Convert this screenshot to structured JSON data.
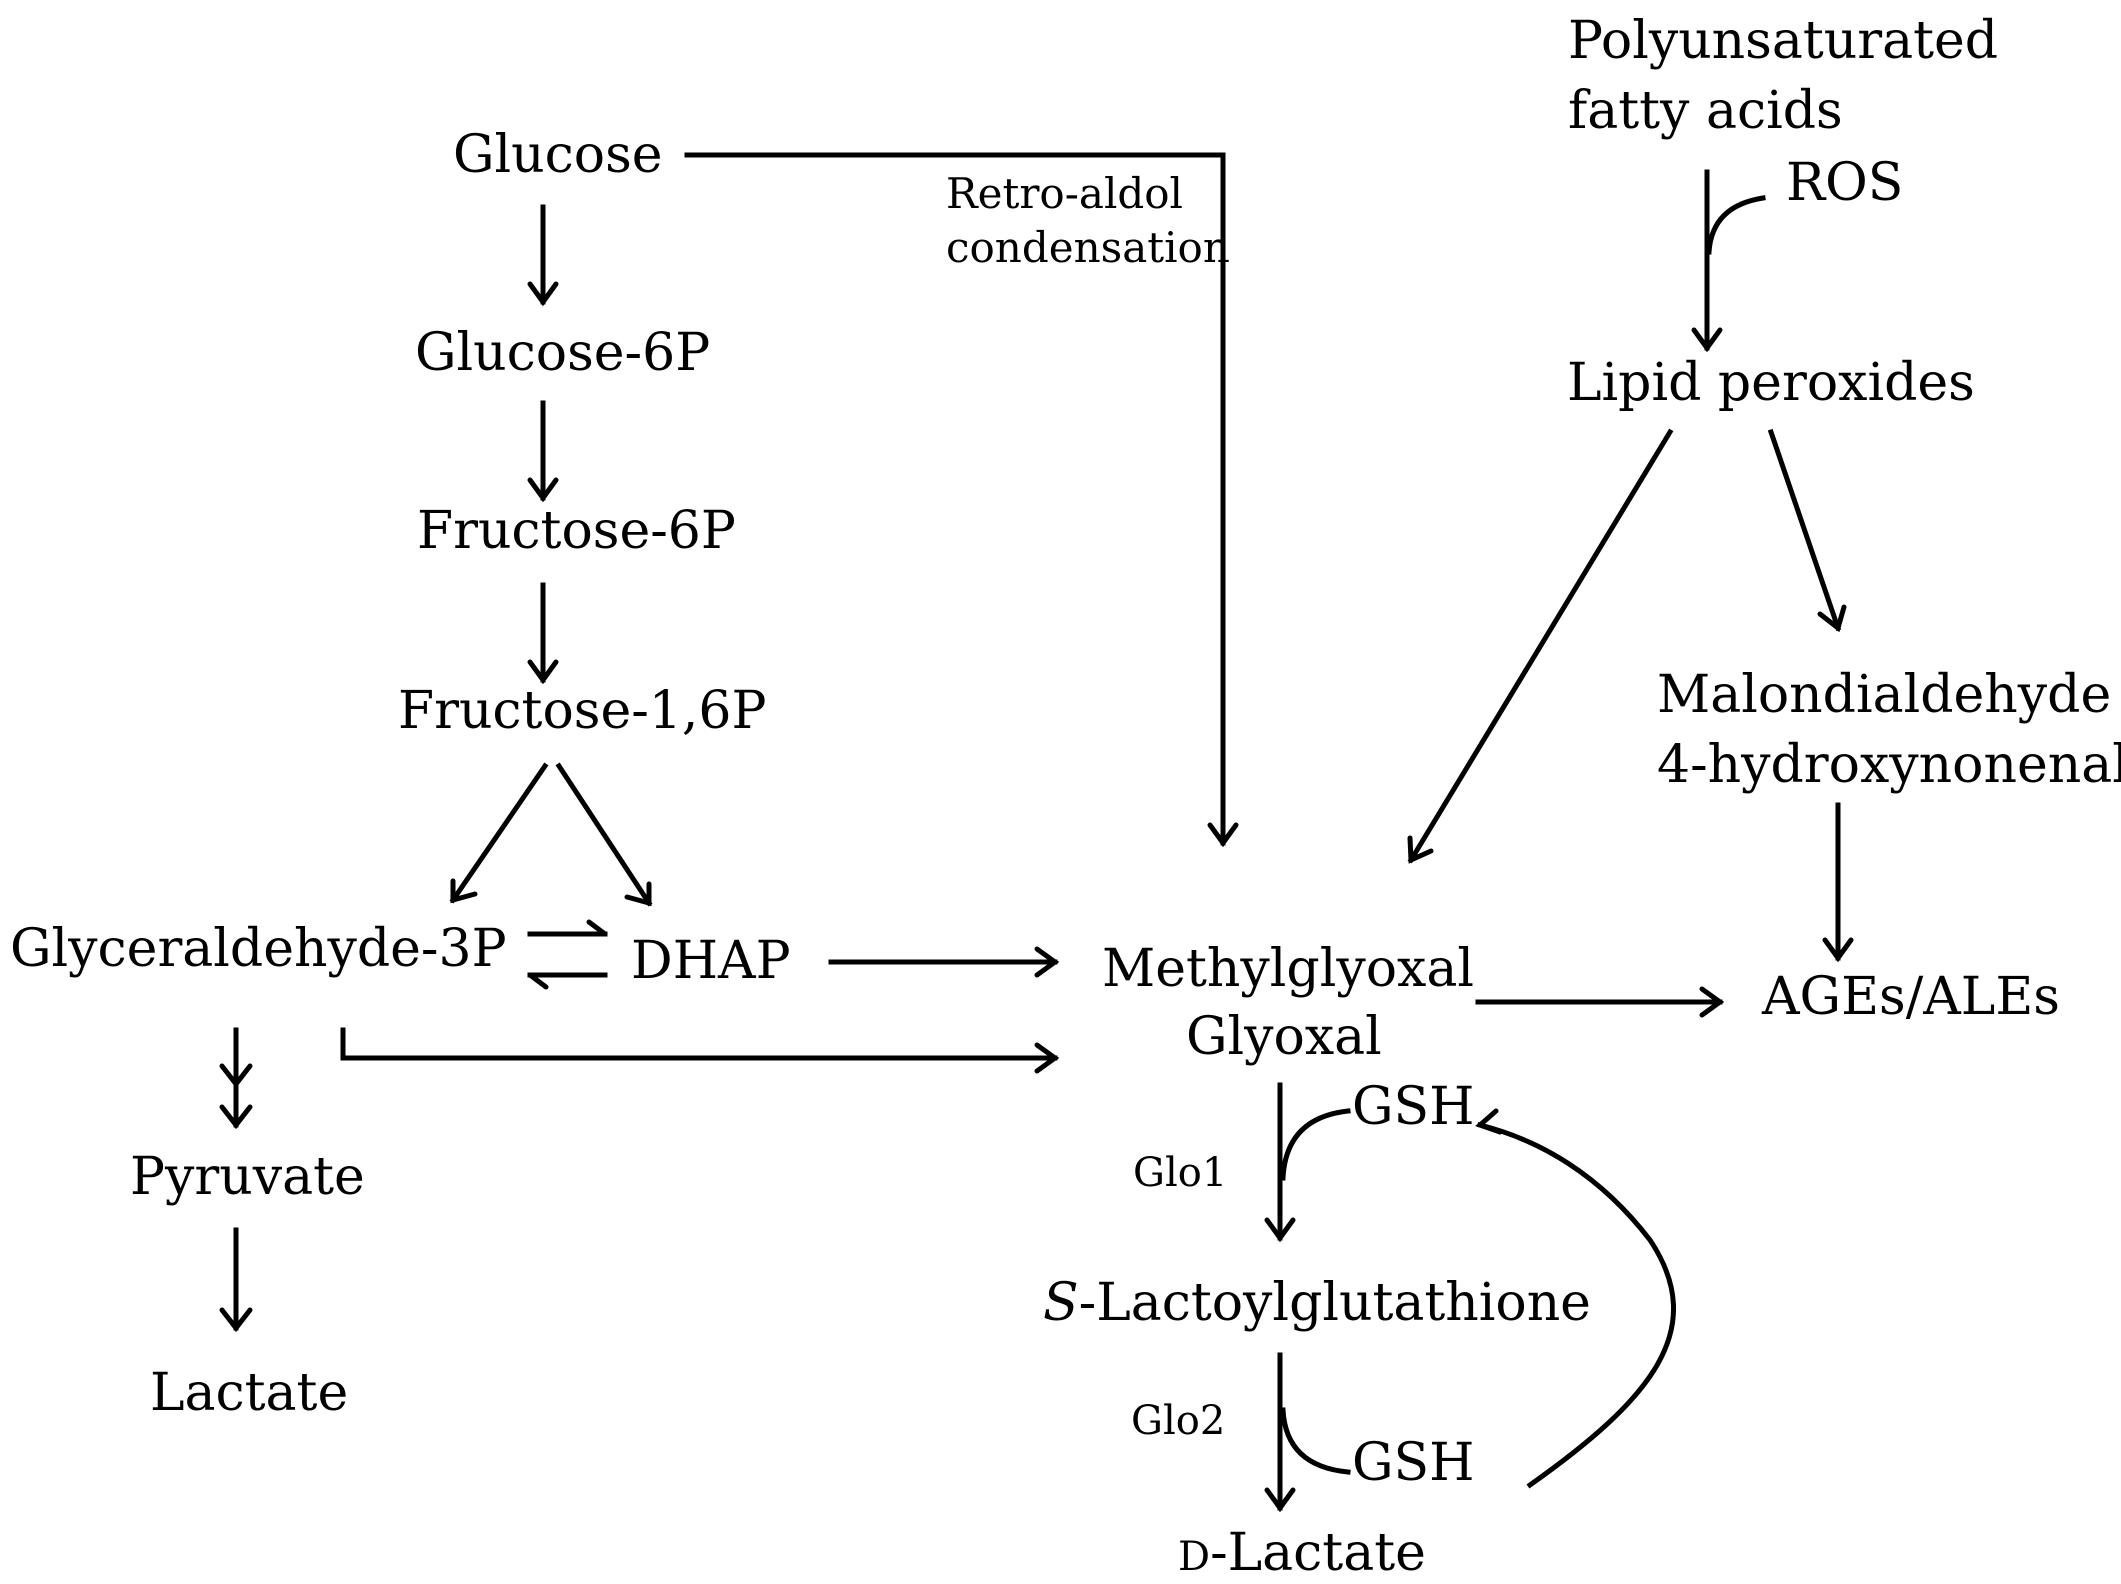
{
  "labels": {
    "glucose": "Glucose",
    "glucose6p": "Glucose-6P",
    "fructose6p": "Fructose-6P",
    "fructose16p": "Fructose-1,6P",
    "glyceraldehyde3p": "Glyceraldehyde-3P",
    "dhap": "DHAP",
    "pyruvate": "Pyruvate",
    "lactate": "Lactate",
    "retro_aldol_1": "Retro-aldol",
    "retro_aldol_2": "condensation",
    "pufa_1": "Polyunsaturated",
    "pufa_2": "fatty acids",
    "ros": "ROS",
    "lipid_peroxides": "Lipid  peroxides",
    "mda_1": "Malondialdehyde",
    "mda_2": "4-hydroxynonenal",
    "methylglyoxal": "Methylglyoxal",
    "glyoxal": "Glyoxal",
    "ages_ales": "AGEs/ALEs",
    "gsh_top": "GSH",
    "glo1": "Glo1",
    "s_italic": "S",
    "lactoylglutathione": "-Lactoylglutathione",
    "glo2": "Glo2",
    "gsh_bottom": "GSH",
    "d_prefix": "D",
    "d_lactate": "-Lactate"
  }
}
